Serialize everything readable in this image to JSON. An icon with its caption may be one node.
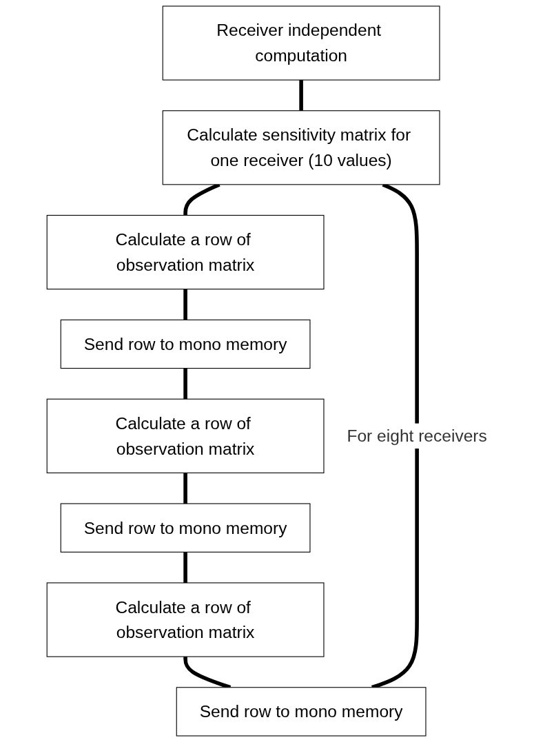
{
  "diagram": {
    "nodes": [
      {
        "text": [
          "Receiver independent computation"
        ]
      },
      {
        "text": [
          "Calculate sensitivity matrix for one receiver (10 values)"
        ]
      },
      {
        "text": [
          "Calculate a row of observation matrix"
        ]
      },
      {
        "text": [
          "Send row to mono memory"
        ]
      },
      {
        "text": [
          "Calculate a row of observation matrix"
        ]
      },
      {
        "text": [
          "Send row to mono memory"
        ]
      },
      {
        "text": [
          "Calculate a row of observation matrix"
        ]
      },
      {
        "text": [
          "Send row to mono memory"
        ]
      }
    ],
    "edges": [
      {
        "from": 0,
        "to": 1,
        "arrow": "none"
      },
      {
        "from": 1,
        "to": 2,
        "arrow": "none"
      },
      {
        "from": 2,
        "to": 3,
        "arrow": "none"
      },
      {
        "from": 3,
        "to": 4,
        "arrow": "none"
      },
      {
        "from": 4,
        "to": 5,
        "arrow": "none"
      },
      {
        "from": 5,
        "to": 6,
        "arrow": "none"
      },
      {
        "from": 6,
        "to": 7,
        "arrow": "none"
      },
      {
        "from": 7,
        "to": 1,
        "arrow": "none",
        "label": "For eight receivers"
      }
    ]
  }
}
